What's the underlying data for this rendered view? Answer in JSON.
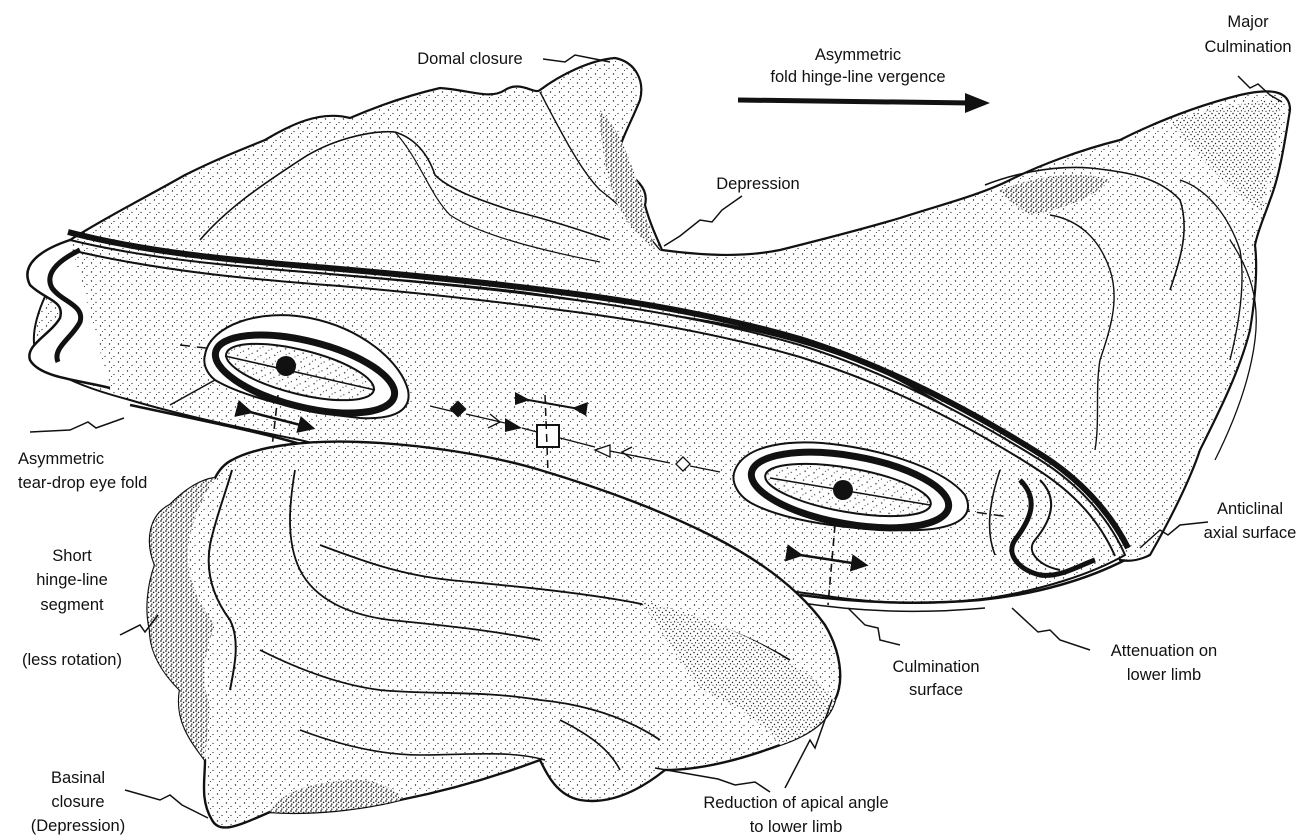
{
  "labels": {
    "domal_closure": "Domal closure",
    "vergence_1": "Asymmetric",
    "vergence_2": "fold hinge-line vergence",
    "major_culmination_1": "Major",
    "major_culmination_2": "Culmination",
    "depression": "Depression",
    "eye_fold_1": "Asymmetric",
    "eye_fold_2": "tear-drop eye fold",
    "short_hinge_1": "Short",
    "short_hinge_2": "hinge-line",
    "short_hinge_3": "segment",
    "short_hinge_4": "(less rotation)",
    "anticlinal_1": "Anticlinal",
    "anticlinal_2": "axial surface",
    "culmination_surface_1": "Culmination",
    "culmination_surface_2": "surface",
    "attenuation_1": "Attenuation on",
    "attenuation_2": "lower limb",
    "basinal_1": "Basinal",
    "basinal_2": "closure",
    "basinal_3": "(Depression)",
    "apical_1": "Reduction of apical angle",
    "apical_2": "to lower limb"
  },
  "colors": {
    "ink": "#111111",
    "surface_light": "#ffffff",
    "stipple": "#222222",
    "cut_face": "#f2f2f2"
  }
}
